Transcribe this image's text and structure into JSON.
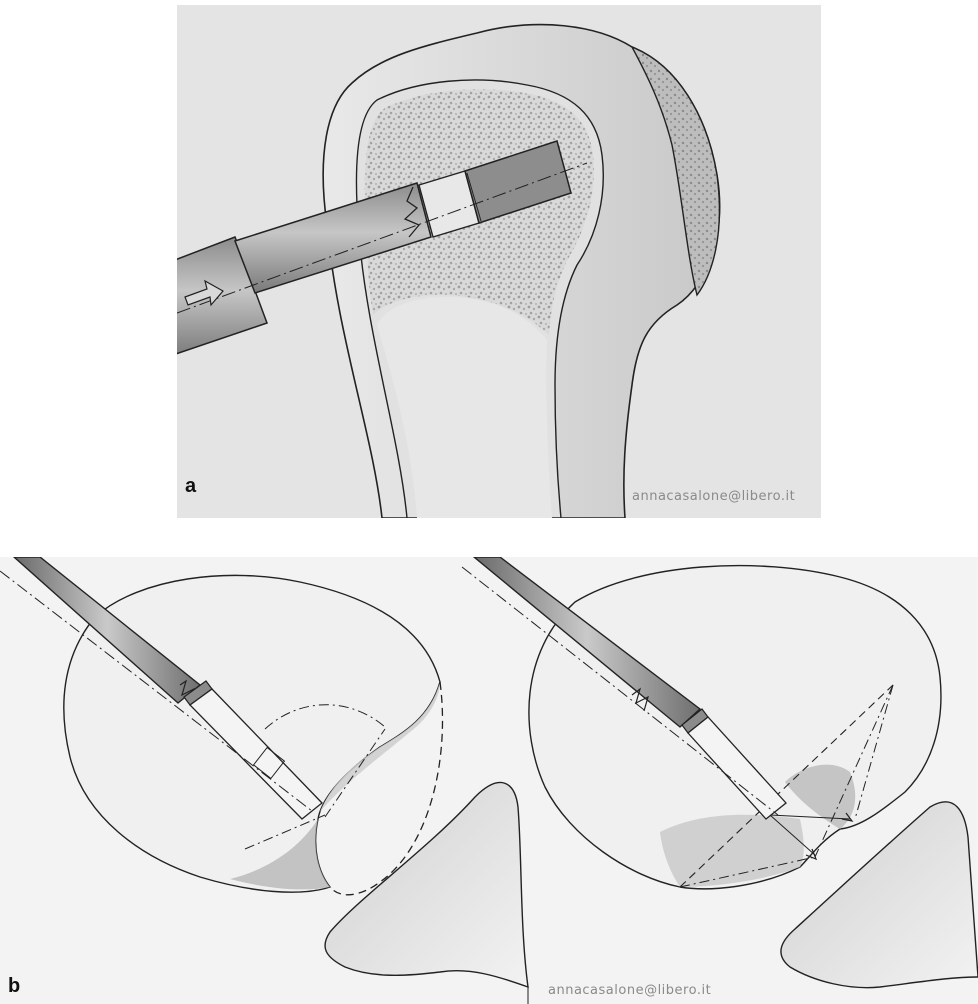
{
  "figure": {
    "panel_a": {
      "label": "a",
      "credit": "annacasalone@libero.it"
    },
    "panel_b": {
      "label": "b",
      "credit": "annacasalone@libero.it"
    }
  },
  "colors": {
    "panel_a_background": "#e4e4e4",
    "panel_b_background": "#f3f3f3",
    "bone_fill": "#dcdcdc",
    "cancellous_fill": "#cfcfcf",
    "instrument_fill": "#a7a7a7",
    "ink": "#222222"
  }
}
